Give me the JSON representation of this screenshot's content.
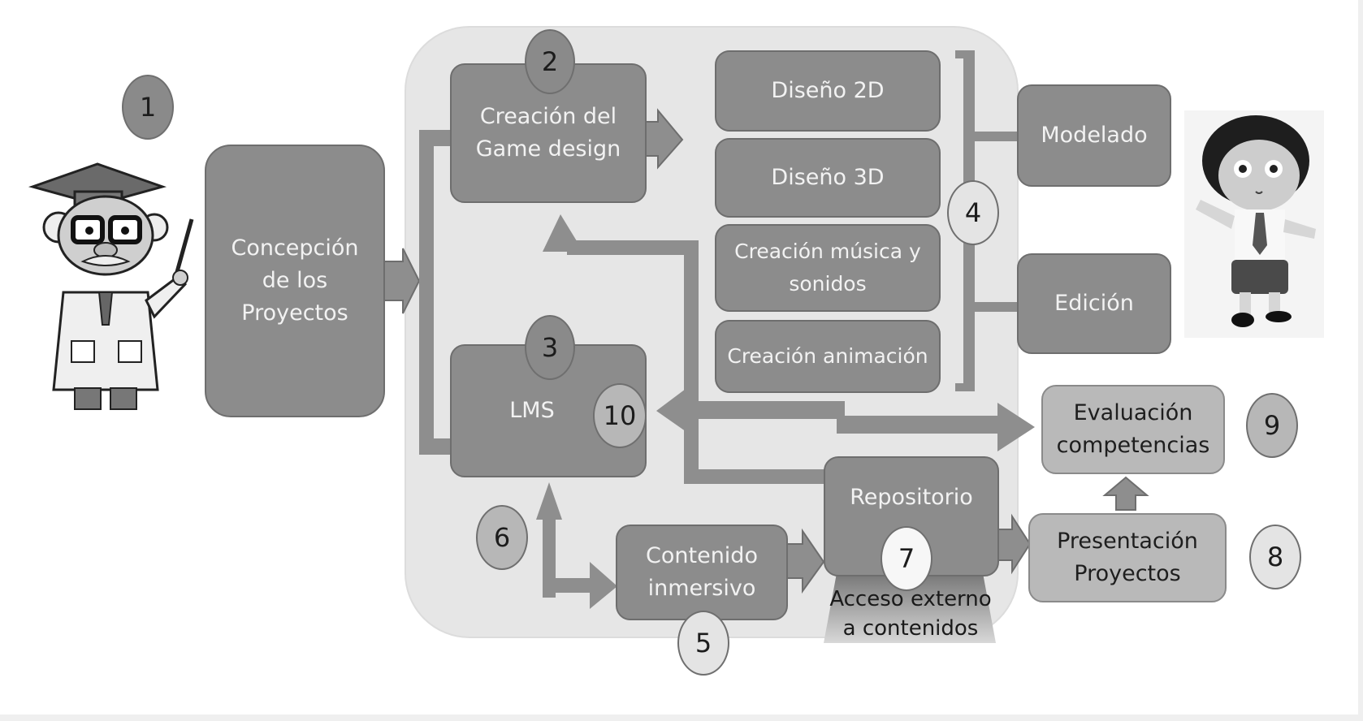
{
  "diagram": {
    "nodes": {
      "concepcion": "Concepción\nde los\nProyectos",
      "game_design": "Creación del\nGame design",
      "lms": "LMS",
      "diseno_2d": "Diseño 2D",
      "diseno_3d": "Diseño 3D",
      "musica": "Creación música y\nsonidos",
      "animacion": "Creación animación",
      "modelado": "Modelado",
      "edicion": "Edición",
      "contenido": "Contenido\ninmersivo",
      "repositorio": "Repositorio",
      "evaluacion": "Evaluación\ncompetencias",
      "presentacion": "Presentación\nProyectos"
    },
    "captions": {
      "acceso_externo": "Acceso externo\na contenidos"
    },
    "badges": {
      "b1": "1",
      "b2": "2",
      "b3": "3",
      "b4": "4",
      "b5": "5",
      "b6": "6",
      "b7": "7",
      "b8": "8",
      "b9": "9",
      "b10": "10"
    },
    "figures": {
      "teacher": "teacher-illustration",
      "student": "student-illustration"
    },
    "colors": {
      "box_dark": "#8c8c8c",
      "box_light": "#b9b9b9",
      "arrow": "#8e8e8e",
      "panel": "#e6e6e6"
    }
  }
}
